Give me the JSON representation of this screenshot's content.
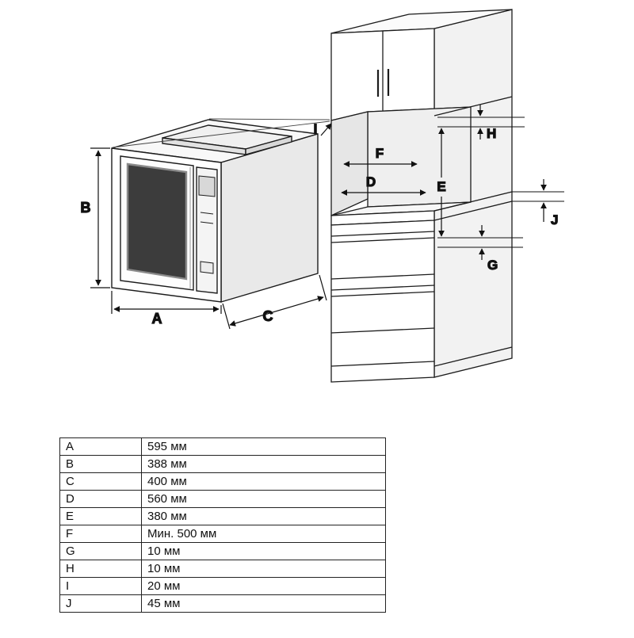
{
  "diagram": {
    "dim_labels": {
      "A": "A",
      "B": "B",
      "C": "C",
      "D": "D",
      "E": "E",
      "F": "F",
      "G": "G",
      "H": "H",
      "I": "I",
      "J": "J"
    }
  },
  "table": {
    "rows": [
      {
        "key": "A",
        "value": "595 мм"
      },
      {
        "key": "B",
        "value": "388 мм"
      },
      {
        "key": "C",
        "value": "400 мм"
      },
      {
        "key": "D",
        "value": "560 мм"
      },
      {
        "key": "E",
        "value": "380 мм"
      },
      {
        "key": "F",
        "value": "Мин. 500 мм"
      },
      {
        "key": "G",
        "value": "10 мм"
      },
      {
        "key": "H",
        "value": "10 мм"
      },
      {
        "key": "I",
        "value": "20 мм"
      },
      {
        "key": "J",
        "value": "45 мм"
      }
    ]
  }
}
